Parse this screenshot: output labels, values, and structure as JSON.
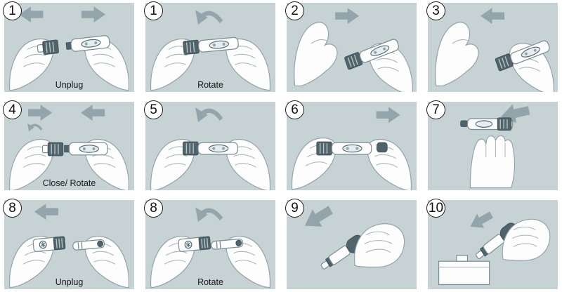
{
  "title": "device-use-instruction-steps",
  "colors": {
    "panel_bg": "#c7d2d5",
    "arrow": "#93a5ab",
    "cap_dark": "#51636b",
    "outline": "#93a3a9"
  },
  "panels": [
    {
      "number": "1",
      "label": "Unplug",
      "icons": [
        "arrow-left",
        "arrow-right"
      ]
    },
    {
      "number": "1",
      "label": "Rotate",
      "icons": [
        "rotate-arrow"
      ]
    },
    {
      "number": "2",
      "label": "",
      "icons": [
        "arrow-right"
      ]
    },
    {
      "number": "3",
      "label": "",
      "icons": [
        "arrow-left"
      ]
    },
    {
      "number": "4",
      "label": "Close/ Rotate",
      "icons": [
        "arrow-right",
        "arrow-left",
        "rotate-arrow"
      ]
    },
    {
      "number": "5",
      "label": "",
      "icons": [
        "rotate-arrow"
      ]
    },
    {
      "number": "6",
      "label": "",
      "icons": [
        "arrow-right"
      ]
    },
    {
      "number": "7",
      "label": "",
      "icons": [
        "arrow-down-left"
      ]
    },
    {
      "number": "8",
      "label": "Unplug",
      "icons": [
        "arrow-left"
      ]
    },
    {
      "number": "8",
      "label": "Rotate",
      "icons": [
        "rotate-arrow"
      ]
    },
    {
      "number": "9",
      "label": "",
      "icons": [
        "arrow-down-left"
      ]
    },
    {
      "number": "10",
      "label": "",
      "icons": [
        "arrow-down-left"
      ]
    }
  ]
}
